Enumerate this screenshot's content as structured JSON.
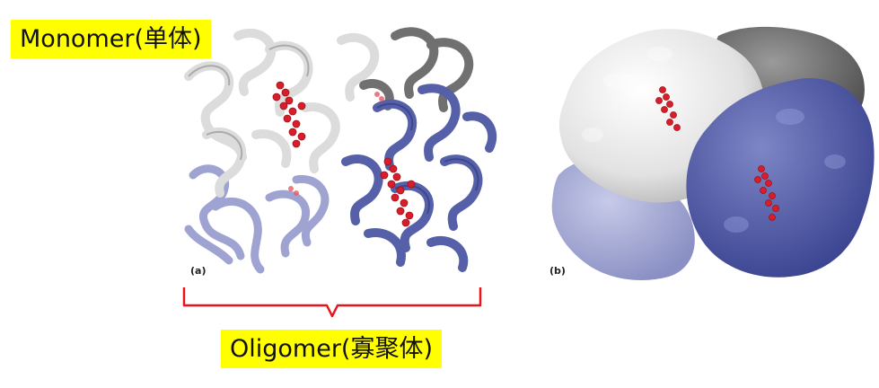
{
  "labels": {
    "monomer": "Monomer(单体)",
    "oligomer": "Oligomer(寡聚体)"
  },
  "panels": {
    "a": "(a)",
    "b": "(b)"
  },
  "colors": {
    "highlight": "#ffff00",
    "bracket": "#e8141c",
    "heme": "#d81e2a",
    "subunit_white": "#e6e6e6",
    "subunit_gray": "#7a7a7a",
    "subunit_blue": "#5560a8",
    "subunit_lightblue": "#a9aed6"
  }
}
